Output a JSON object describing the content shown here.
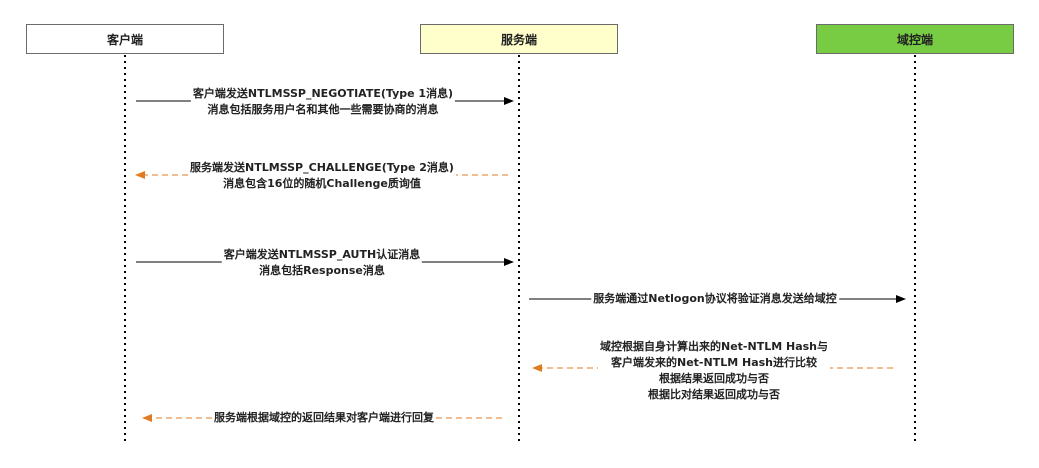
{
  "actors": [
    {
      "name": "客户端",
      "fill": "#ffffff"
    },
    {
      "name": "服务端",
      "fill": "#ffffcc"
    },
    {
      "name": "域控端",
      "fill": "#77cc44"
    }
  ],
  "messages": [
    {
      "from": "客户端",
      "to": "服务端",
      "style": "solid",
      "lines": [
        "客户端发送NTLMSSP_NEGOTIATE(Type 1消息)",
        "消息包括服务用户名和其他一些需要协商的消息"
      ]
    },
    {
      "from": "服务端",
      "to": "客户端",
      "style": "dashed",
      "lines": [
        "服务端发送NTLMSSP_CHALLENGE(Type 2消息)",
        "消息包含16位的随机Challenge质询值"
      ]
    },
    {
      "from": "客户端",
      "to": "服务端",
      "style": "solid",
      "lines": [
        "客户端发送NTLMSSP_AUTH认证消息",
        "消息包括Response消息"
      ]
    },
    {
      "from": "服务端",
      "to": "域控端",
      "style": "solid",
      "lines": [
        "服务端通过Netlogon协议将验证消息发送给域控"
      ]
    },
    {
      "from": "域控端",
      "to": "服务端",
      "style": "dashed",
      "lines": [
        "域控根据自身计算出来的Net-NTLM Hash与",
        "客户端发来的Net-NTLM Hash进行比较",
        "根据结果返回成功与否",
        "根据比对结果返回成功与否"
      ]
    },
    {
      "from": "服务端",
      "to": "客户端",
      "style": "dashed",
      "lines": [
        "服务端根据域控的返回结果对客户端进行回复"
      ]
    }
  ],
  "colors": {
    "solid_arrow": "#000000",
    "dashed_arrow": "#e07b22",
    "lifeline": "#000000"
  }
}
